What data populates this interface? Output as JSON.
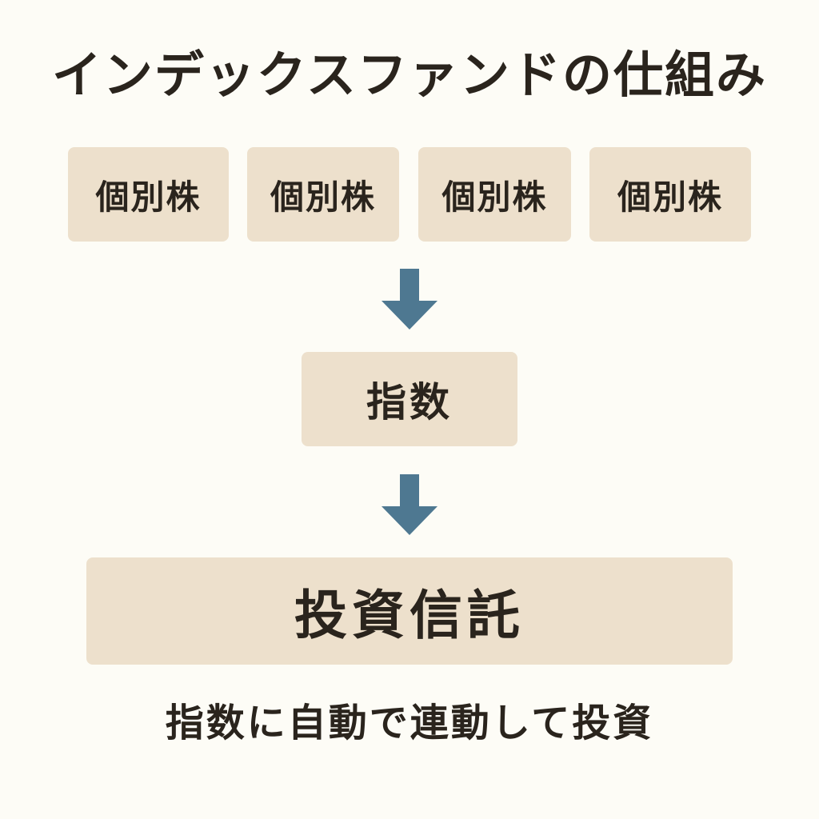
{
  "title": "インデックスファンドの仕組み",
  "stocks": [
    {
      "label": "個別株"
    },
    {
      "label": "個別株"
    },
    {
      "label": "個別株"
    },
    {
      "label": "個別株"
    }
  ],
  "index_box": {
    "label": "指数"
  },
  "fund_box": {
    "label": "投資信託"
  },
  "caption": "指数に自動で連動して投資",
  "colors": {
    "background": "#fdfcf6",
    "box_fill": "#ede0cc",
    "arrow": "#4e7891",
    "text": "#2a241d"
  }
}
